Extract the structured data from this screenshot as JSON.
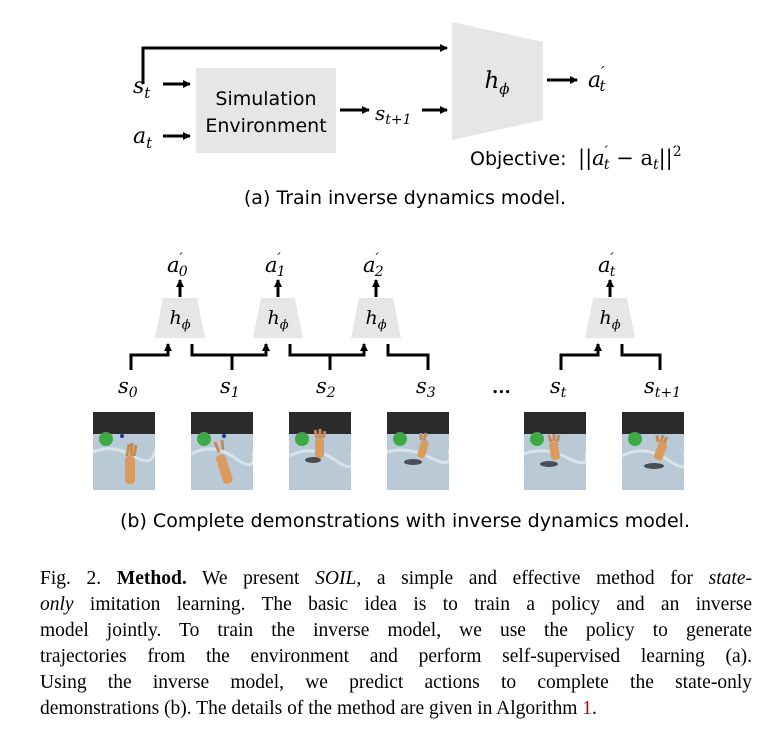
{
  "panel_a": {
    "input_state": "s",
    "input_state_sub": "t",
    "input_action": "a",
    "input_action_sub": "t",
    "sim_box_line1": "Simulation",
    "sim_box_line2": "Environment",
    "next_state": "s",
    "next_state_sub": "t+1",
    "model": "h",
    "model_sub": "ϕ",
    "output": "a",
    "output_prime": "′",
    "output_sub": "t",
    "objective_label": "Objective:",
    "objective_formula": "||a",
    "objective_prime": "′",
    "objective_sub1": "t",
    "objective_minus": " − a",
    "objective_sub2": "t",
    "objective_close": "||",
    "objective_sup": "2",
    "caption": "(a) Train inverse dynamics model."
  },
  "panel_b": {
    "models": [
      {
        "label": "h",
        "sub": "ϕ",
        "out": "a",
        "out_sub": "0"
      },
      {
        "label": "h",
        "sub": "ϕ",
        "out": "a",
        "out_sub": "1"
      },
      {
        "label": "h",
        "sub": "ϕ",
        "out": "a",
        "out_sub": "2"
      },
      {
        "label": "h",
        "sub": "ϕ",
        "out": "a",
        "out_sub": "t"
      }
    ],
    "states": [
      {
        "label": "s",
        "sub": "0"
      },
      {
        "label": "s",
        "sub": "1"
      },
      {
        "label": "s",
        "sub": "2"
      },
      {
        "label": "s",
        "sub": "3"
      },
      {
        "label": "s",
        "sub": "t"
      },
      {
        "label": "s",
        "sub": "t+1"
      }
    ],
    "ellipsis": "...",
    "caption": "(b) Complete demonstrations with inverse dynamics model."
  },
  "figure_caption": {
    "lines": [
      [
        "Fig. 2.   ",
        "Method.",
        " We present ",
        "SOIL",
        ", a simple and effective method for ",
        "state-"
      ],
      [
        "only",
        " imitation learning. The basic idea is to train a policy and an inverse"
      ],
      [
        "model jointly. To train the inverse model, we use the policy to generate"
      ],
      [
        "trajectories from the environment and perform self-supervised learning (a)."
      ],
      [
        "Using the inverse model, we predict actions to complete the state-only"
      ],
      [
        "demonstrations (b). The details of the method are given in Algorithm ",
        "1",
        "."
      ]
    ]
  },
  "colors": {
    "box_fill": "#e6e6e6",
    "thumb_bg": "#2b2b2b",
    "thumb_floor": "#b9cad6",
    "ball": "#3fa845",
    "hand": "#d99b5e",
    "ref": "#c00000"
  }
}
